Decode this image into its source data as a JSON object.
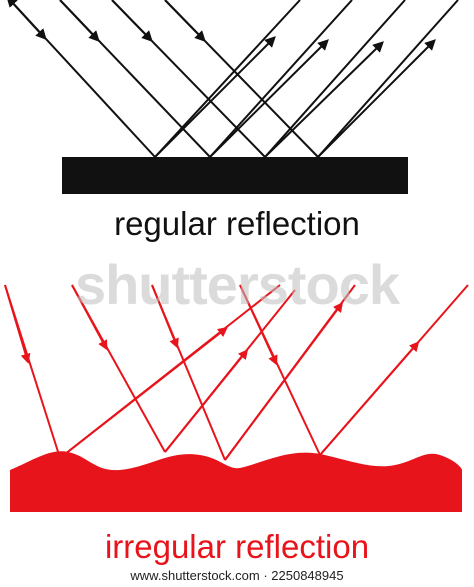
{
  "captions": {
    "regular": "regular reflection",
    "irregular": "irregular reflection"
  },
  "watermark": "shutterstock",
  "footer": "www.shutterstock.com · 2250848945",
  "colors": {
    "regular": "#111111",
    "irregular": "#e8141c"
  }
}
